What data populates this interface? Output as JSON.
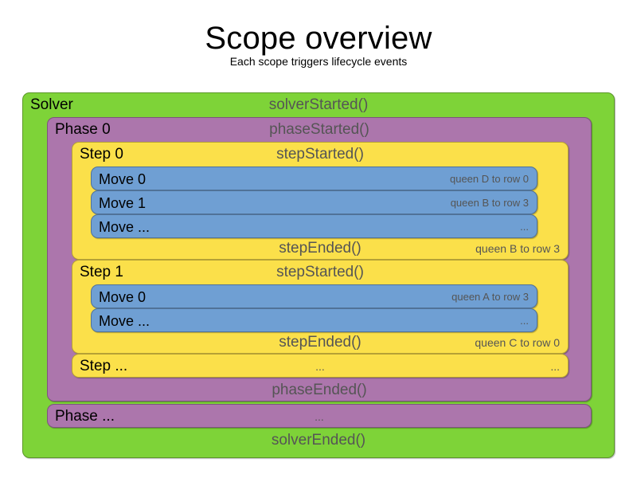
{
  "heading": {
    "title": "Scope overview",
    "subtitle": "Each scope triggers lifecycle events"
  },
  "colors": {
    "solver": "#7ed338",
    "phase": "#ac76ac",
    "step": "#fbe04a",
    "move": "#6f9fd3",
    "event_text": "#555555",
    "name_text": "#000000"
  },
  "solver": {
    "name": "Solver",
    "started_event": "solverStarted()",
    "ended_event": "solverEnded()"
  },
  "phase0": {
    "name": "Phase 0",
    "started_event": "phaseStarted()",
    "ended_event": "phaseEnded()"
  },
  "phase_more": {
    "name": "Phase ...",
    "started_event": "..."
  },
  "step0": {
    "name": "Step 0",
    "started_event": "stepStarted()",
    "ended_event": "stepEnded()",
    "ended_detail": "queen B to row 3",
    "moves": [
      {
        "name": "Move 0",
        "detail": "queen D to row 0"
      },
      {
        "name": "Move 1",
        "detail": "queen B to row 3"
      },
      {
        "name": "Move ...",
        "detail": "..."
      }
    ]
  },
  "step1": {
    "name": "Step 1",
    "started_event": "stepStarted()",
    "ended_event": "stepEnded()",
    "ended_detail": "queen C to row 0",
    "moves": [
      {
        "name": "Move 0",
        "detail": "queen A to row 3"
      },
      {
        "name": "Move ...",
        "detail": "..."
      }
    ]
  },
  "step_more": {
    "name": "Step ...",
    "started_event": "...",
    "started_detail": "..."
  }
}
